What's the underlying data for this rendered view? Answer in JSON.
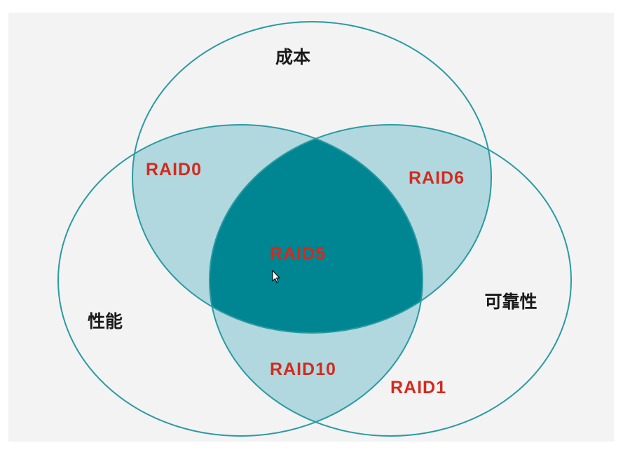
{
  "colors": {
    "background": "#f3f3f3",
    "circle_stroke": "#2a9aa3",
    "pair_overlap_fill": "#b2d8df",
    "triple_overlap_fill": "#008592",
    "raid_label": "#d42a1d"
  },
  "diagram": {
    "sets": {
      "cost": "成本",
      "performance": "性能",
      "reliability": "可靠性"
    },
    "regions": {
      "cost_performance": "RAID0",
      "cost_reliability": "RAID6",
      "all_three": "RAID5",
      "performance_reliability": "RAID10",
      "reliability_only": "RAID1"
    }
  },
  "cursor": "mouse-cursor-icon"
}
